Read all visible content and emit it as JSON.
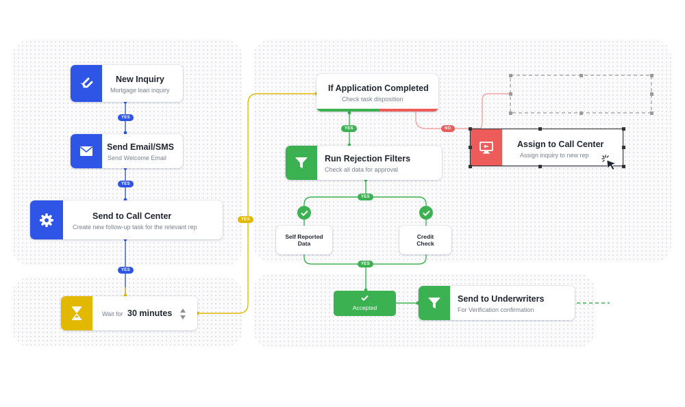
{
  "nodes": {
    "new_inquiry": {
      "title": "New Inquiry",
      "subtitle": "Mortgage loan inquiry",
      "icon": "magnet-icon"
    },
    "send_email": {
      "title": "Send Email/SMS",
      "subtitle": "Send Welcome Email",
      "icon": "envelope-icon"
    },
    "send_call_center": {
      "title": "Send to Call Center",
      "subtitle": "Create new follow-up task for the relevant rep",
      "icon": "gear-icon"
    },
    "wait": {
      "prefix": "Wait for",
      "duration": "30 minutes",
      "icon": "hourglass-icon"
    },
    "if_completed": {
      "title": "If Application Completed",
      "subtitle": "Check task disposition"
    },
    "rejection_filters": {
      "title": "Run Rejection Filters",
      "subtitle": "Check all data for approval",
      "icon": "funnel-icon"
    },
    "self_reported": {
      "label": "Self Reported\nData"
    },
    "credit_check": {
      "label": "Credit\nCheck"
    },
    "accepted": {
      "label": "Accepted"
    },
    "send_underwriters": {
      "title": "Send to Underwriters",
      "subtitle": "For Verification confirmation",
      "icon": "funnel-icon"
    },
    "assign_call_center": {
      "title": "Assign to Call Center",
      "subtitle": "Assign inquiry to new rep",
      "icon": "monitor-icon"
    }
  },
  "badges": {
    "yes": "YES",
    "no": "NO"
  },
  "colors": {
    "blue": "#2e55e6",
    "green": "#3cb152",
    "yellow": "#e2b800",
    "red": "#ee5b5b",
    "pink_wire": "#f4a3a3"
  }
}
